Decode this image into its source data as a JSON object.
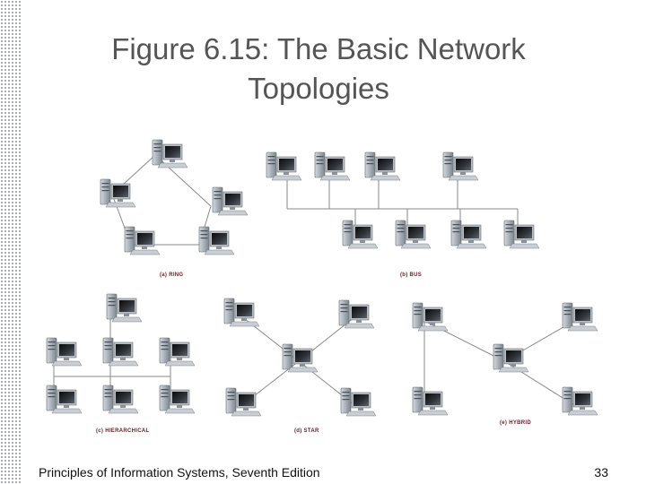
{
  "slide": {
    "title_line1": "Figure 6.15: The Basic Network",
    "title_line2": "Topologies",
    "footer_left": "Principles of Information Systems, Seventh Edition",
    "page_number": "33"
  },
  "figure": {
    "captions": {
      "ring": "(a) RING",
      "bus": "(b) BUS",
      "hierarchical": "(c) HIERARCHICAL",
      "star": "(d) STAR",
      "hybrid": "(e) HYBRID"
    },
    "colors": {
      "cable": "#8a8a8a",
      "caption": "#6b1d24",
      "title": "#555555"
    },
    "icon": "computer-workstation-icon"
  }
}
